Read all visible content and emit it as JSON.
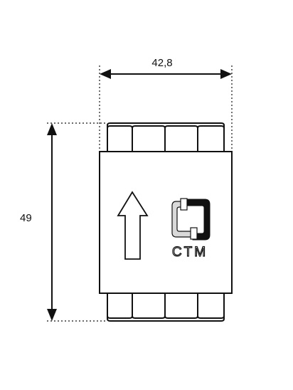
{
  "dimensions": {
    "width_label": "42,8",
    "height_label": "49"
  },
  "logo": {
    "text": "CTM",
    "icon": "ctm-bracket-logo-icon"
  },
  "symbols": {
    "direction_arrow": "up-arrow-icon"
  },
  "colors": {
    "line": "#111111",
    "background": "#ffffff",
    "logo_light": "#d9d9d9"
  }
}
